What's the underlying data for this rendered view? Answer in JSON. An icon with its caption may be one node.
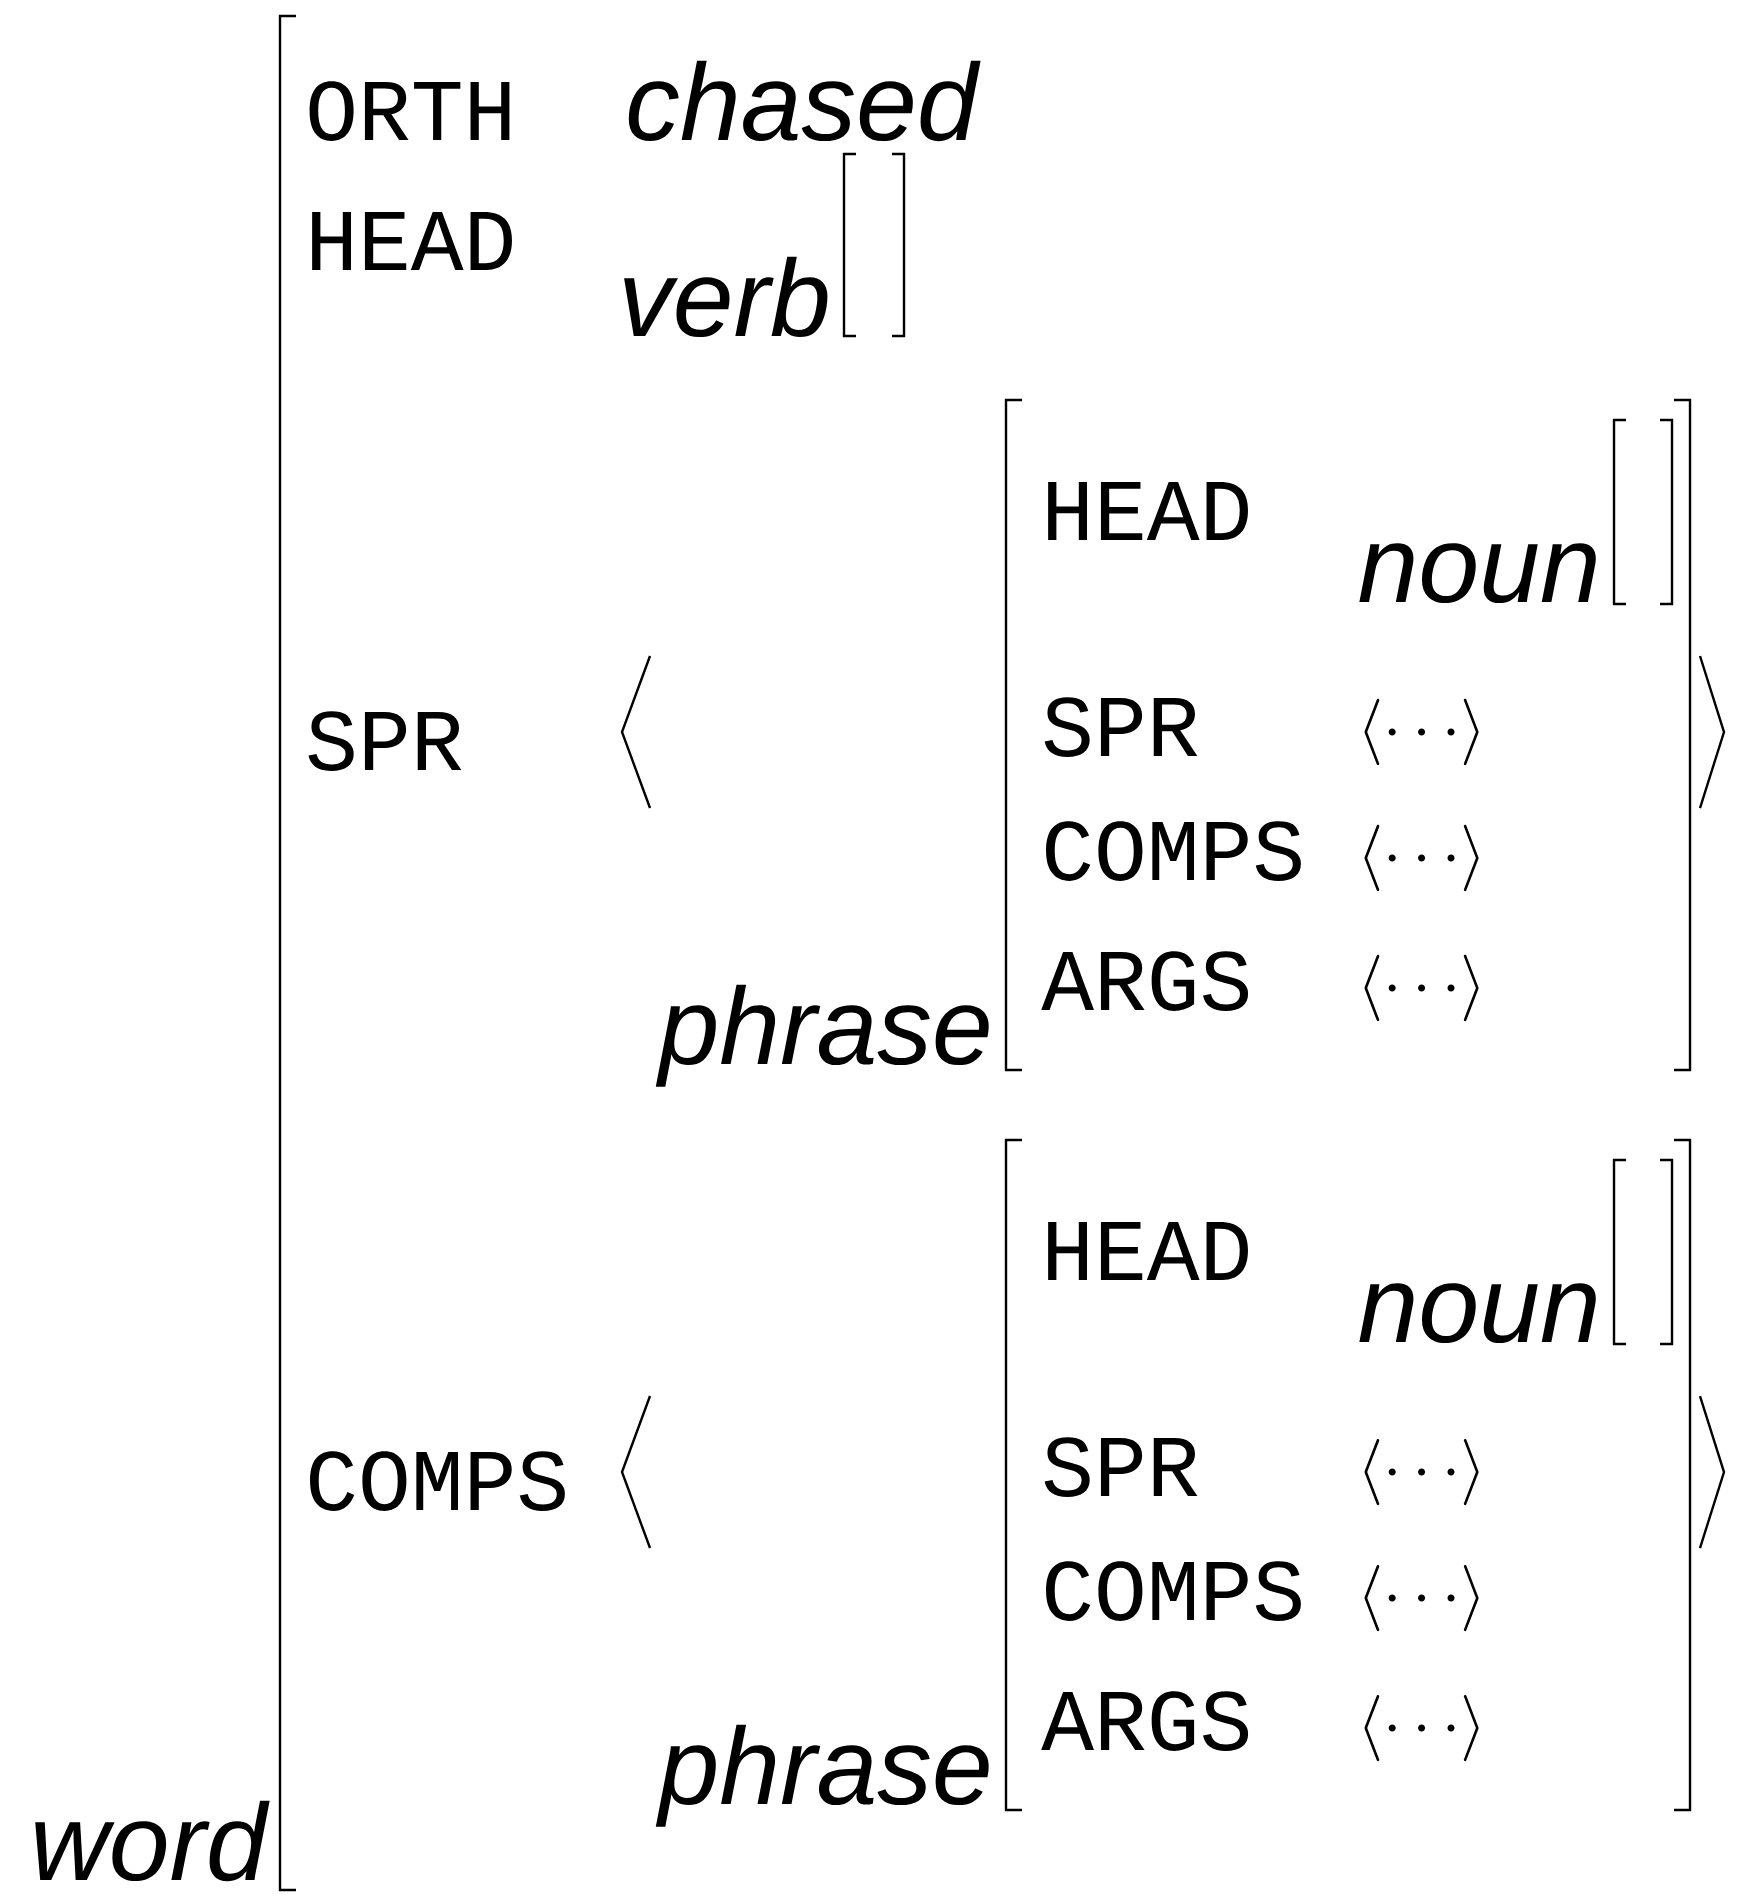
{
  "diagram": {
    "nodes": [
      {
        "text": [
          "word",
          "ORTH",
          "chased",
          "HEAD",
          "SPR",
          "COMPS"
        ]
      },
      {
        "text": [
          "verb"
        ],
        "in": 0
      },
      {
        "text": [
          "phrase",
          "HEAD",
          "SPR",
          "\\langle\\cdots\\rangle",
          "COMPS",
          "\\langle\\cdots\\rangle",
          "ARGS",
          "\\langle\\cdots\\rangle"
        ],
        "in": 0
      },
      {
        "text": [
          "noun"
        ],
        "in": 2
      },
      {
        "text": [
          "phrase",
          "HEAD",
          "SPR",
          "\\langle\\cdots\\rangle",
          "COMPS",
          "\\langle\\cdots\\rangle",
          "ARGS",
          "\\langle\\cdots\\rangle"
        ],
        "in": 0
      },
      {
        "text": [
          "noun"
        ],
        "in": 4
      }
    ],
    "edges": []
  }
}
